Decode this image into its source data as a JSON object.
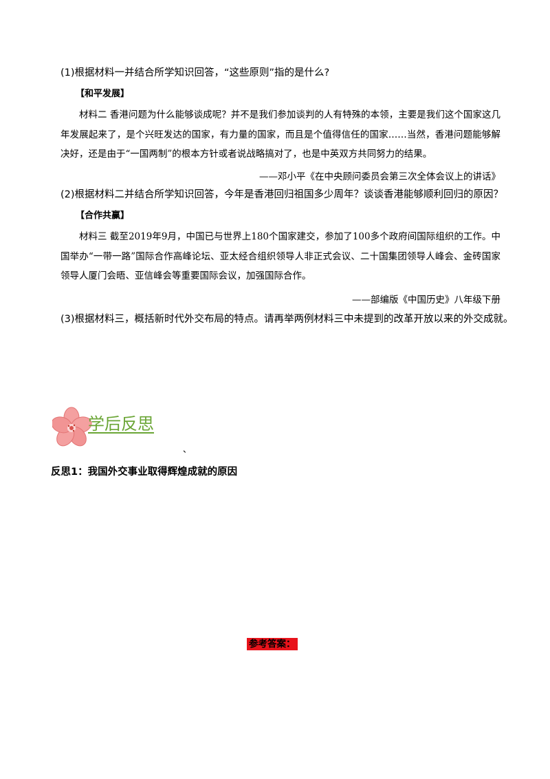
{
  "q1": "(1)根据材料一并结合所学知识回答，“这些原则”指的是什么?",
  "tag_peace": "【和平发展】",
  "material2": "材料二  香港问题为什么能够谈成呢？并不是我们参加谈判的人有特殊的本领，主要是我们这个国家这几年发展起来了，是个兴旺发达的国家，有力量的国家，而且是个值得信任的国家……当然，香港问题能够解决好，还是由于“一国两制”的根本方针或者说战略搞对了，也是中英双方共同努力的结果。",
  "source2": "——邓小平《在中央顾问委员会第三次全体会议上的讲话》",
  "q2": "(2)根据材料二并结合所学知识回答，今年是香港回归祖国多少周年？谈谈香港能够顺利回归的原因？",
  "tag_coop": "【合作共赢】",
  "material3": "材料三  截至2019年9月，中国已与世界上180个国家建交，参加了100多个政府间国际组织的工作。中国举办“一带一路”国际合作高峰论坛、亚太经合组织领导人非正式会议、二十国集团领导人峰会、金砖国家领导人厦门会晤、亚信峰会等重要国际会议，加强国际合作。",
  "source3": "——部编版《中国历史》八年级下册",
  "q3": "(3)根据材料三，概括新时代外交布局的特点。请再举两例材料三中未提到的改革开放以来的外交成就。",
  "section_title": "学后反思",
  "tick_mark": "、",
  "reflect1": "反思1：我国外交事业取得辉煌成就的原因",
  "answer_label": "参考答案：",
  "colors": {
    "section_title": "#6aa535",
    "answer_bg": "#e8131b",
    "flower": "#f08a8a"
  },
  "icons": {
    "section_flower": "flower-icon"
  }
}
